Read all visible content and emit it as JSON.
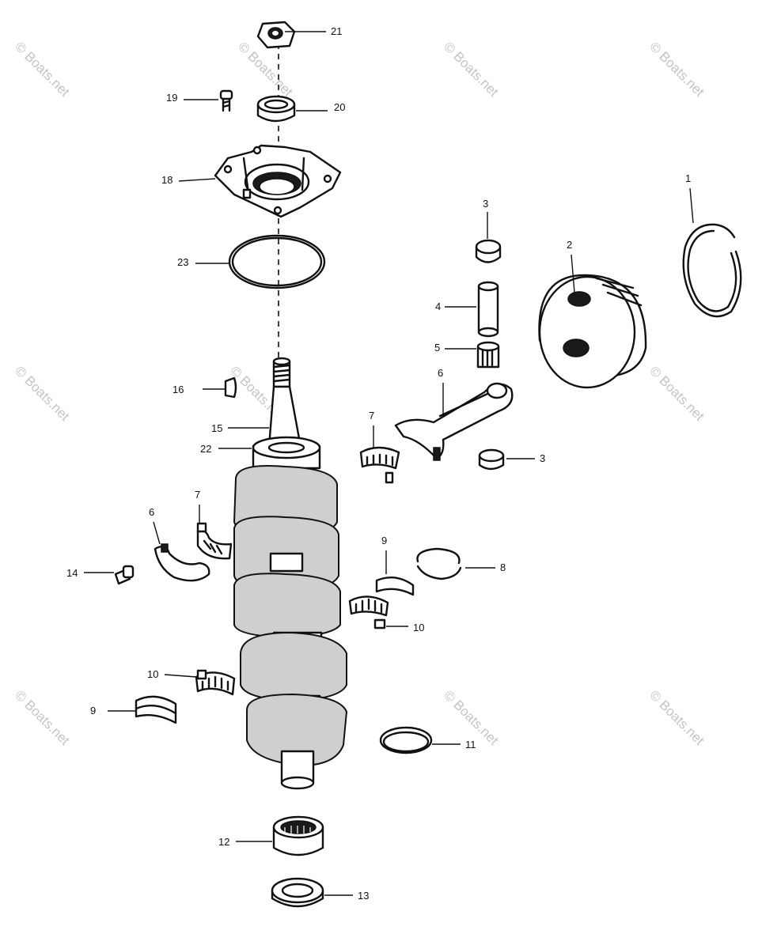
{
  "watermark": "© Boats.net",
  "callouts": [
    {
      "id": "c1",
      "label": "1"
    },
    {
      "id": "c2",
      "label": "2"
    },
    {
      "id": "c3a",
      "label": "3"
    },
    {
      "id": "c3b",
      "label": "3"
    },
    {
      "id": "c4",
      "label": "4"
    },
    {
      "id": "c5",
      "label": "5"
    },
    {
      "id": "c6a",
      "label": "6"
    },
    {
      "id": "c6b",
      "label": "6"
    },
    {
      "id": "c7a",
      "label": "7"
    },
    {
      "id": "c7b",
      "label": "7"
    },
    {
      "id": "c8",
      "label": "8"
    },
    {
      "id": "c9a",
      "label": "9"
    },
    {
      "id": "c9b",
      "label": "9"
    },
    {
      "id": "c10a",
      "label": "10"
    },
    {
      "id": "c10b",
      "label": "10"
    },
    {
      "id": "c11",
      "label": "11"
    },
    {
      "id": "c12",
      "label": "12"
    },
    {
      "id": "c13",
      "label": "13"
    },
    {
      "id": "c14",
      "label": "14"
    },
    {
      "id": "c15",
      "label": "15"
    },
    {
      "id": "c16",
      "label": "16"
    },
    {
      "id": "c18",
      "label": "18"
    },
    {
      "id": "c19",
      "label": "19"
    },
    {
      "id": "c20",
      "label": "20"
    },
    {
      "id": "c21",
      "label": "21"
    },
    {
      "id": "c22",
      "label": "22"
    },
    {
      "id": "c23",
      "label": "23"
    }
  ]
}
